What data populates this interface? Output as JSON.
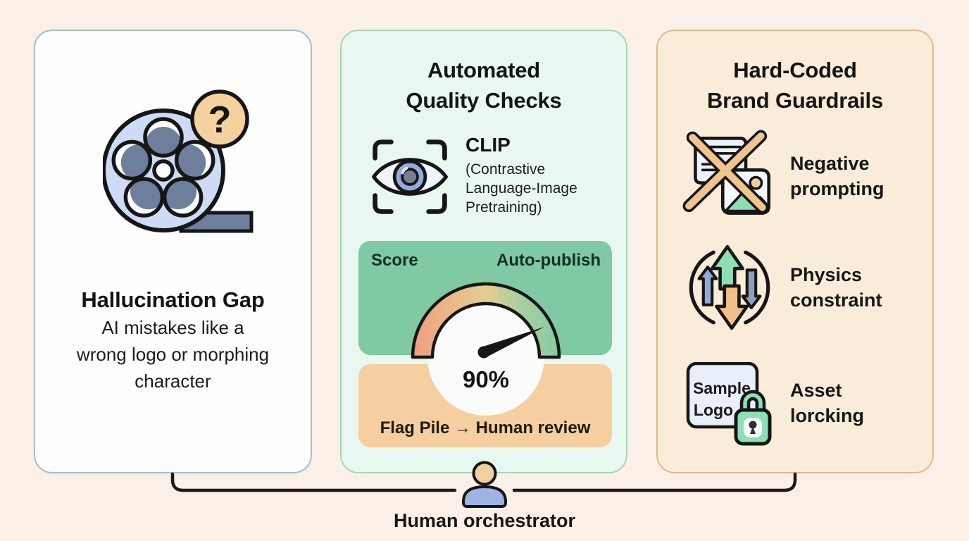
{
  "colors": {
    "background": "#fbf0e7",
    "left_card_bg": "#fefefe",
    "left_card_border": "#a8bdd0",
    "mid_card_bg": "#e8f7ef",
    "mid_card_border": "#a5d7ba",
    "right_card_bg": "#f9ecd8",
    "right_card_border": "#e2b88c",
    "green_panel": "#7fcaa5",
    "orange_panel": "#f5cfa0",
    "gauge_gradient": [
      "#ee9d7f",
      "#ecb888",
      "#e5cb91",
      "#abd09c",
      "#86cba3"
    ],
    "reel_blue": "#cddcf4",
    "slate": "#6c7f9d",
    "badge_tan": "#f5d1a0",
    "lock_green": "#8ce0b4",
    "cross_tan": "#f0c38f"
  },
  "icons": {
    "hallucination": "film-reel-question-icon",
    "clip": "eye-scan-icon",
    "guardrail_1": "crossed-image-prompt-icon",
    "guardrail_2": "up-down-arrows-cycle-icon",
    "guardrail_3": "locked-logo-icon",
    "footer": "person-icon"
  },
  "cards": {
    "hallucination": {
      "title": "Hallucination Gap",
      "body": "AI mistakes like a wrong logo or morphing character",
      "badge": "?"
    },
    "quality": {
      "title_line1": "Automated",
      "title_line2": "Quality Checks",
      "clip_name": "CLIP",
      "clip_line1": "(Contrastive",
      "clip_line2": "Language-Image",
      "clip_line3": "Pretraining)",
      "gauge": {
        "score_label": "Score",
        "publish_label": "Auto-publish",
        "value": "90%",
        "flag_label": "Flag Pile → Human review"
      }
    },
    "guardrails": {
      "title_line1": "Hard-Coded",
      "title_line2": "Brand Guardrails",
      "items": [
        {
          "line1": "Negative",
          "line2": "prompting"
        },
        {
          "line1": "Physics",
          "line2": "constraint"
        },
        {
          "line1": "Asset",
          "line2": "lorcking"
        }
      ],
      "sample_logo_line1": "Sample",
      "sample_logo_line2": "Logo"
    }
  },
  "footer": {
    "label": "Human orchestrator"
  }
}
